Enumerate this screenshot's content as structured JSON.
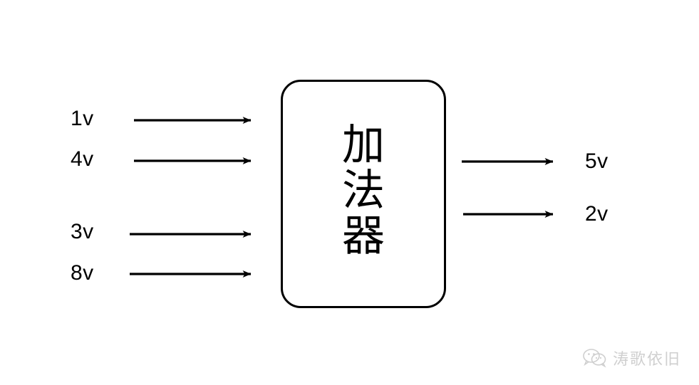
{
  "diagram": {
    "title": "加法器",
    "unit": {
      "name": "加法器",
      "chars": [
        "加",
        "法",
        "器"
      ]
    },
    "inputs": [
      {
        "label": "1v",
        "value": 1,
        "unit": "v",
        "arrow": "arrow-right-icon"
      },
      {
        "label": "4v",
        "value": 4,
        "unit": "v",
        "arrow": "arrow-right-icon"
      },
      {
        "label": "3v",
        "value": 3,
        "unit": "v",
        "arrow": "arrow-right-icon"
      },
      {
        "label": "8v",
        "value": 8,
        "unit": "v",
        "arrow": "arrow-right-icon"
      }
    ],
    "outputs": [
      {
        "label": "5v",
        "value": 5,
        "unit": "v",
        "arrow": "arrow-right-icon"
      },
      {
        "label": "2v",
        "value": 2,
        "unit": "v",
        "arrow": "arrow-right-icon"
      }
    ],
    "colors": {
      "stroke": "#000000",
      "background": "#ffffff",
      "watermark": "#8a8a8a"
    }
  },
  "watermark": {
    "text": "涛歌依旧",
    "icon": "wechat-icon"
  }
}
